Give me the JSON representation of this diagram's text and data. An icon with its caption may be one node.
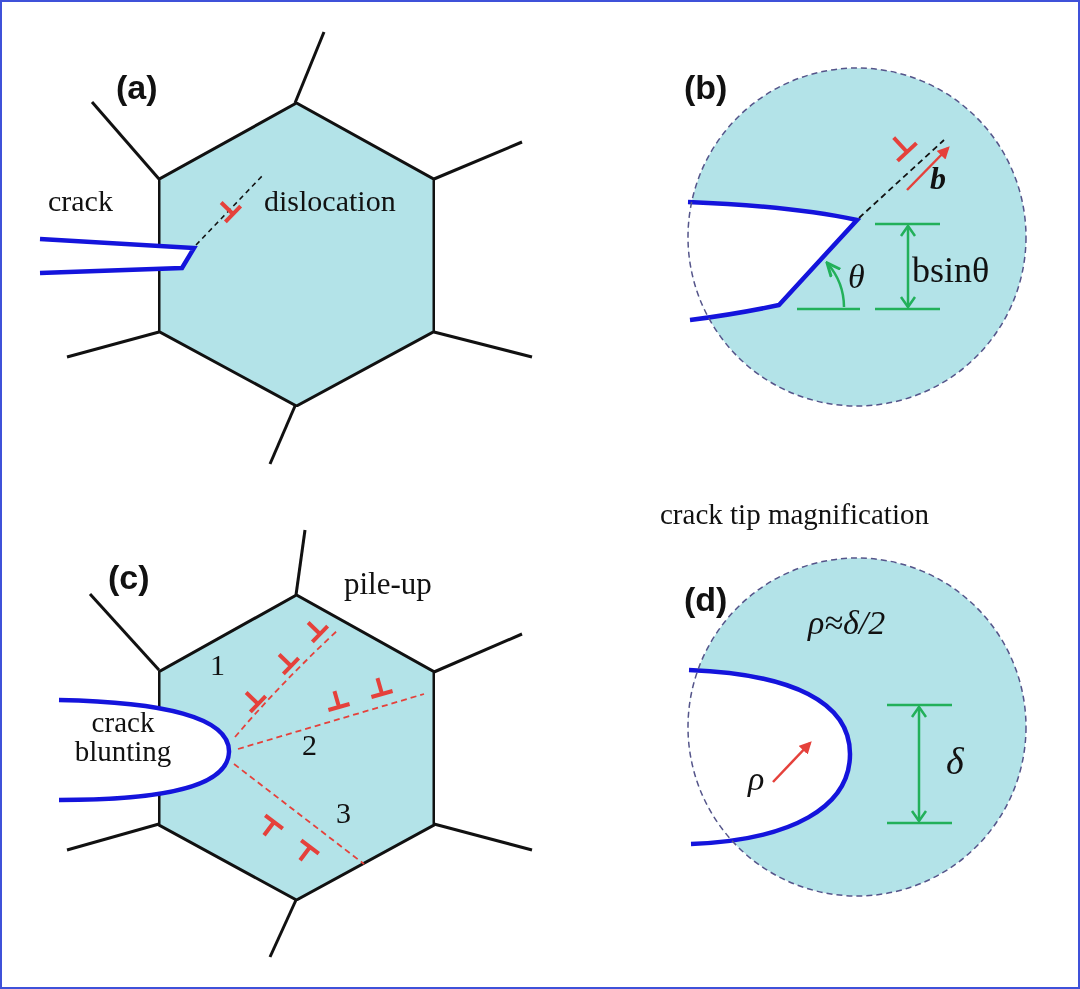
{
  "diagram": {
    "nodes": [
      {
        "text": [
          "dislocation"
        ]
      },
      {
        "text": [
          "b",
          "θ",
          "bsinθ"
        ]
      },
      {
        "text": [
          "1",
          "2",
          "3"
        ]
      },
      {
        "text": [
          "ρ≈δ/2",
          "ρ",
          "δ"
        ]
      }
    ],
    "labels": [
      "(a)",
      "crack",
      "(b)",
      "crack tip magnification",
      "(c)",
      "pile-up",
      "crack blunting",
      "(d)"
    ]
  }
}
